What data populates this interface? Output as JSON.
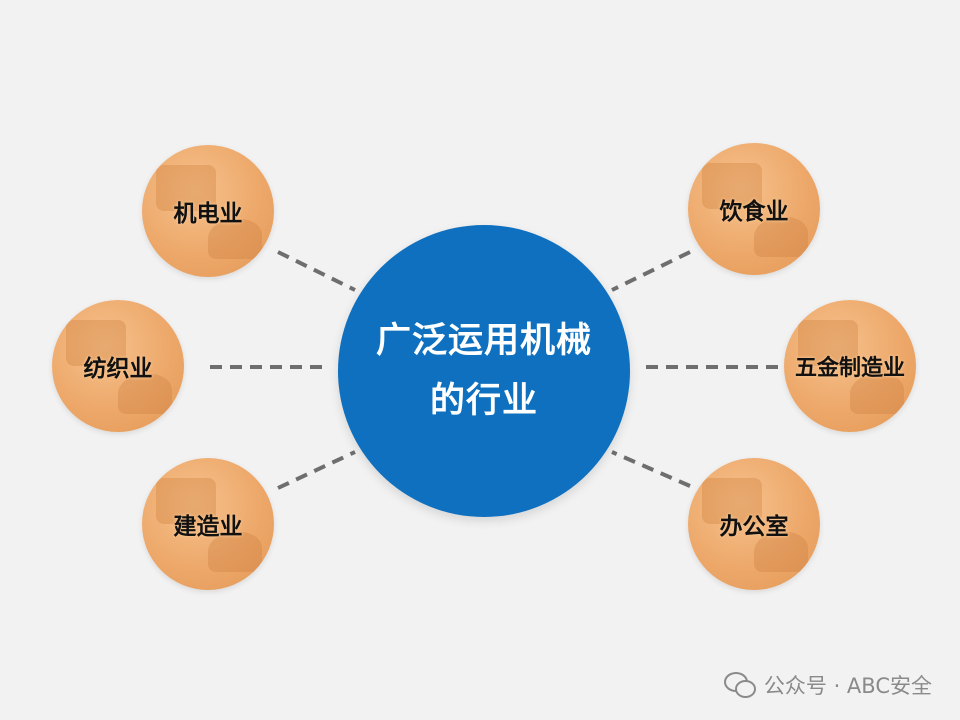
{
  "center": {
    "line1": "广泛运用机械",
    "line2": "的行业"
  },
  "industries": {
    "left": [
      "机电业",
      "纺织业",
      "建造业"
    ],
    "right": [
      "饮食业",
      "五金制造业",
      "办公室"
    ]
  },
  "colors": {
    "background": "#f2f2f2",
    "center_fill": "#0e70bf",
    "satellite_fill": "#eda86a",
    "connector": "#6e6e6e",
    "watermark": "#8a8a8a"
  },
  "watermark": {
    "icon": "wechat-icon",
    "text": "公众号 · ABC安全"
  }
}
